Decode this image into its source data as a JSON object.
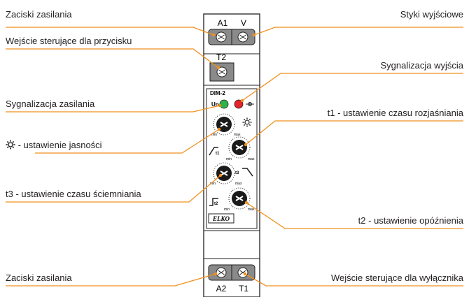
{
  "labels": {
    "power_terminals_top": "Zaciski zasilania",
    "output_contacts": "Styki wyjściowe",
    "button_input": "Wejście sterujące dla przycisku",
    "output_indication": "Sygnalizacja wyjścia",
    "power_indication": "Sygnalizacja zasilania",
    "t1_setting": "t1 - ustawienie czasu rozjaśniania",
    "brightness_setting": " - ustawienie jasności",
    "t3_setting": "t3 - ustawienie czasu ściemniania",
    "t2_setting": "t2 - ustawienie opóźnienia",
    "power_terminals_bottom": "Zaciski zasilania",
    "switch_input": "Wejście sterujące dla wyłącznika"
  },
  "device": {
    "terminal_a1": "A1",
    "terminal_v": "V",
    "terminal_t2": "T2",
    "terminal_a2": "A2",
    "terminal_t1": "T1",
    "model": "DIM-2",
    "un_label": "Un",
    "knob_min": "min",
    "knob_max": "max",
    "t1_mark": "t1",
    "t2_mark": "t2",
    "t3_mark": "t3",
    "brand": "ELKO"
  },
  "colors": {
    "accent": "#f0901e",
    "led_green": "#2fb44a",
    "led_red": "#e3242b",
    "knob": "#1a1a1a",
    "terminal": "#8a8a8a"
  }
}
